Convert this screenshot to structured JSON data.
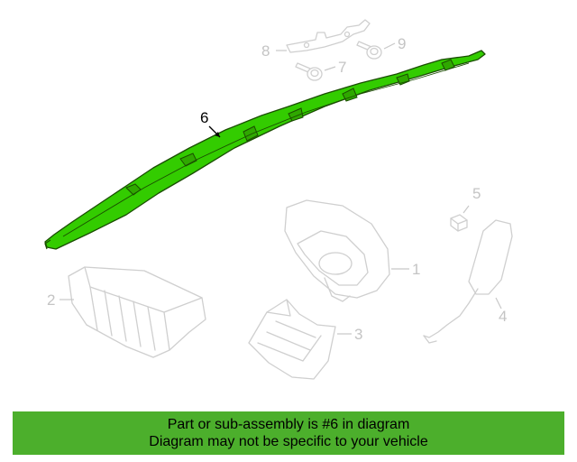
{
  "callouts": {
    "p1": "1",
    "p2": "2",
    "p3": "3",
    "p4": "4",
    "p5": "5",
    "p6": "6",
    "p7": "7",
    "p8": "8",
    "p9": "9"
  },
  "highlighted_part": "6",
  "colors": {
    "highlight": "#33cc00",
    "banner": "#4caf2c",
    "ghost_lines": "#cfcfcf"
  },
  "banner": {
    "line1": "Part or sub-assembly is #6 in diagram",
    "line2": "Diagram may not be specific to your vehicle"
  }
}
